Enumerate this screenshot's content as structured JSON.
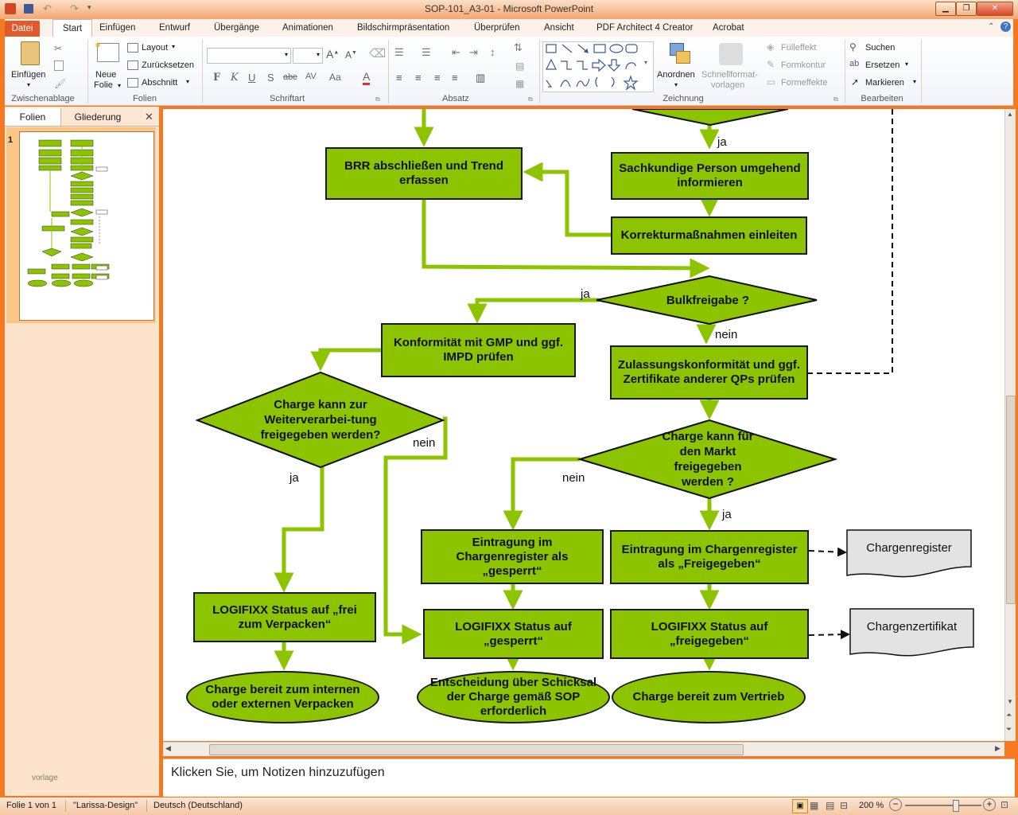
{
  "window": {
    "title": "SOP-101_A3-01  -  Microsoft PowerPoint"
  },
  "tabs": [
    "Datei",
    "Start",
    "Einfügen",
    "Entwurf",
    "Übergänge",
    "Animationen",
    "Bildschirmpräsentation",
    "Überprüfen",
    "Ansicht",
    "PDF Architect 4 Creator",
    "Acrobat"
  ],
  "ribbon": {
    "clipboard": {
      "paste": "Einfügen",
      "group": "Zwischenablage"
    },
    "slides": {
      "new_slide_line1": "Neue",
      "new_slide_line2": "Folie",
      "layout": "Layout",
      "reset": "Zurücksetzen",
      "section": "Abschnitt",
      "group": "Folien"
    },
    "font": {
      "group": "Schriftart"
    },
    "paragraph": {
      "group": "Absatz"
    },
    "drawing": {
      "arrange": "Anordnen",
      "quickstyles_line1": "Schnellformat-",
      "quickstyles_line2": "vorlagen",
      "fill": "Fülleffekt",
      "outline": "Formkontur",
      "effects": "Formeffekte",
      "group": "Zeichnung"
    },
    "editing": {
      "find": "Suchen",
      "replace": "Ersetzen",
      "select": "Markieren",
      "group": "Bearbeiten"
    }
  },
  "pane": {
    "tab_slides": "Folien",
    "tab_outline": "Gliederung",
    "slide_number": "1",
    "watermark": "vorlage"
  },
  "flow": {
    "brr": "BRR abschließen und Trend erfassen",
    "qp_inform": "Sachkundige Person umgehend informieren",
    "corrective": "Korrekturmaßnahmen einleiten",
    "bulk_q": "Bulkfreigabe ?",
    "gmp": "Konformität mit GMP und ggf. IMPD prüfen",
    "approval": "Zulassungskonformität und ggf. Zertifikate anderer QPs prüfen",
    "further_q": "Charge kann zur Weiterverarbei-tung freigegeben werden?",
    "market_q": "Charge kann für den Markt freigegeben werden ?",
    "reg_blocked": "Eintragung im Chargenregister als „gesperrt“",
    "reg_released": "Eintragung im Chargenregister als „Freigegeben“",
    "doc_register": "Chargenregister",
    "logi_pack": "LOGIFIXX Status auf „frei zum Verpacken“",
    "logi_blocked": "LOGIFIXX Status auf „gesperrt“",
    "logi_released": "LOGIFIXX Status auf „freigegeben“",
    "doc_cert": "Chargenzertifikat",
    "end_pack": "Charge bereit zum internen oder externen Verpacken",
    "end_decision": "Entscheidung über Schicksal der Charge gemäß SOP erforderlich",
    "end_dist": "Charge bereit zum Vertrieb",
    "yes": "ja",
    "no": "nein"
  },
  "notes": {
    "placeholder": "Klicken Sie, um Notizen hinzuzufügen"
  },
  "status": {
    "slide": "Folie 1 von 1",
    "theme": "\"Larissa-Design\"",
    "language": "Deutsch (Deutschland)",
    "zoom": "200 %"
  },
  "colors": {
    "node_fill": "#8cc400",
    "connector": "#8cc400",
    "accent": "#f47920"
  }
}
